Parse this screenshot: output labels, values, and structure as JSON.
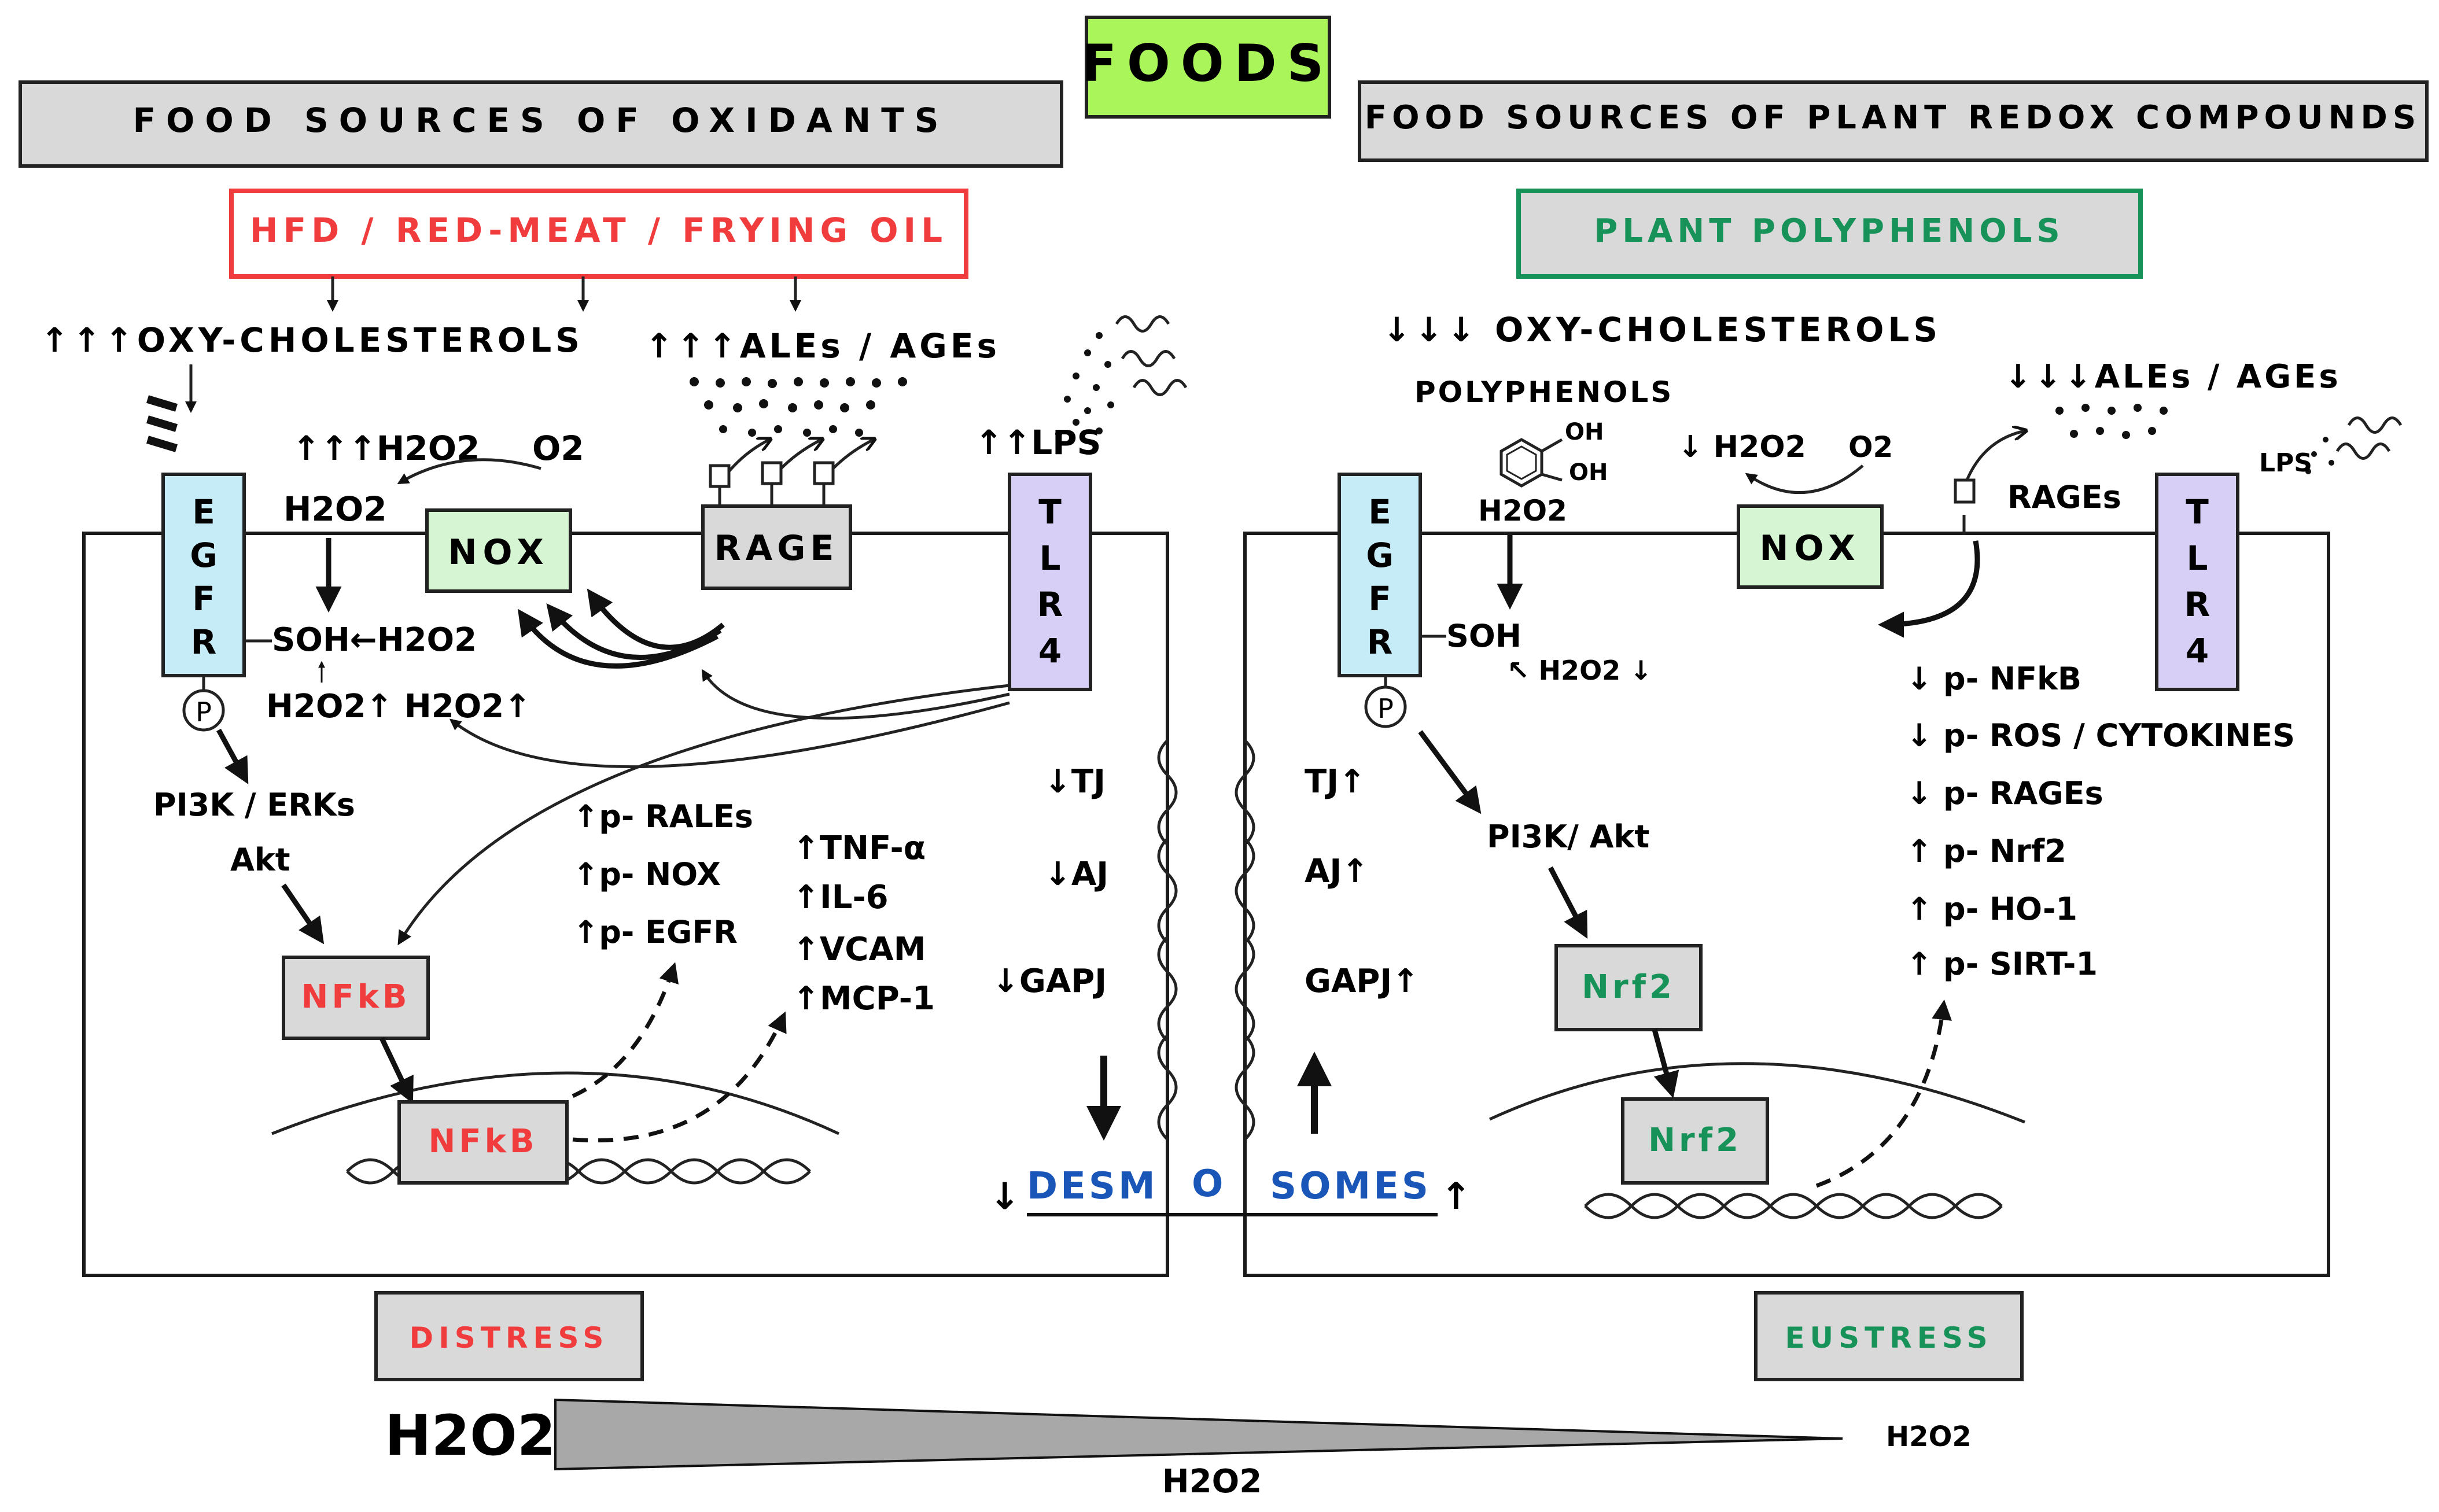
{
  "colors": {
    "foods_bg": "#a9f55a",
    "gray_box": "#d9d9d9",
    "red": "#f03c3c",
    "green": "#17935a",
    "blue_receptor": "#c6ecf8",
    "purple_receptor": "#d7cff5",
    "nox_green": "#d6f5d2",
    "blue_text": "#1a56b8"
  },
  "header": {
    "foods": "FOODS",
    "oxidants": "FOOD SOURCES OF OXIDANTS",
    "plant": "FOOD SOURCES OF PLANT REDOX COMPOUNDS"
  },
  "left": {
    "source": "HFD / RED-MEAT / FRYING OIL",
    "oxy": "↑↑↑OXY-CHOLESTEROLS",
    "ales": "↑↑↑ALEs / AGEs",
    "lps": "↑↑LPS",
    "h2o2_up": "↑↑↑H2O2",
    "o2": "O2",
    "h2o2": "H2O2",
    "egfr": [
      "E",
      "G",
      "F",
      "R"
    ],
    "nox": "NOX",
    "rage": "RAGE",
    "tlr4": [
      "T",
      "L",
      "R",
      "4"
    ],
    "soh": "SOH←H2O2",
    "h2o2_pair": "H2O2↑ H2O2↑",
    "p": "P",
    "pi3k": "PI3K / ERKs",
    "akt": "Akt",
    "nfkb": "NFkB",
    "nfkb_nucleus": "NFkB",
    "markers_a": [
      "↑p- RALEs",
      "↑p- NOX",
      "↑p- EGFR"
    ],
    "markers_b": [
      "↑TNF-α",
      "↑IL-6",
      "↑VCAM",
      "↑MCP-1"
    ],
    "junctions": [
      "↓TJ",
      "↓AJ",
      "↓GAPJ"
    ]
  },
  "right": {
    "source": "PLANT POLYPHENOLS",
    "oxy": "↓↓↓ OXY-CHOLESTEROLS",
    "polyphenols": "POLYPHENOLS",
    "oh1": "OH",
    "oh2": "OH",
    "ales": "↓↓↓ALEs / AGEs",
    "lps": "LPS",
    "h2o2_down": "↓ H2O2",
    "o2": "O2",
    "h2o2": "H2O2",
    "egfr": [
      "E",
      "G",
      "F",
      "R"
    ],
    "nox": "NOX",
    "rages": "RAGEs",
    "tlr4": [
      "T",
      "L",
      "R",
      "4"
    ],
    "soh": "SOH",
    "h2o2_small": "↖ H2O2 ↓",
    "p": "P",
    "pi3k": "PI3K/ Akt",
    "nrf2": "Nrf2",
    "nrf2_nucleus": "Nrf2",
    "markers": [
      "↓ p- NFkB",
      "↓ p- ROS / CYTOKINES",
      "↓ p- RAGEs",
      "↑ p- Nrf2",
      "↑ p- HO-1",
      "↑ p- SIRT-1"
    ],
    "junctions": [
      "TJ↑",
      "AJ↑",
      "GAPJ↑"
    ]
  },
  "desmosomes": {
    "left_arrow": "↓",
    "part1": "DESM",
    "part2": "O",
    "part3": "SOMES",
    "right_arrow": "↑"
  },
  "bottom": {
    "distress": "DISTRESS",
    "eustress": "EUSTRESS",
    "h2o2_big": "H2O2",
    "h2o2_small": "H2O2",
    "h2o2_bottom": "H2O2"
  }
}
